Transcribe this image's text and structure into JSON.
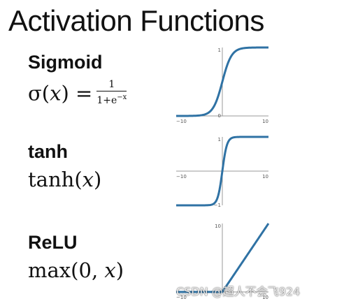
{
  "page": {
    "title": "Activation Functions",
    "watermark": "CSDN @超人不会飞924"
  },
  "functions": [
    {
      "name": "Sigmoid",
      "formula": {
        "lhs_fn": "σ",
        "lhs_arg": "x",
        "eq": "=",
        "numerator": "1",
        "den_base": "1+e",
        "den_exp": "−x"
      }
    },
    {
      "name": "tanh",
      "formula": {
        "fn": "tanh",
        "open": "(",
        "arg": "x",
        "close": ")"
      }
    },
    {
      "name": "ReLU",
      "formula": {
        "fn": "max",
        "open": "(",
        "first": "0",
        "sep": ", ",
        "arg": "x",
        "close": ")"
      }
    }
  ],
  "colors": {
    "curve": "#2f72a4",
    "axis": "#9a9a9a",
    "tick_text": "#555555",
    "text": "#111111"
  },
  "chart_data": [
    {
      "type": "line",
      "function": "sigmoid",
      "x_range": [
        -10,
        10
      ],
      "ylim": [
        0,
        1
      ],
      "x_tick_labels": [
        "−10",
        "10"
      ],
      "y_tick_labels": [
        "0",
        "1"
      ],
      "grid": false
    },
    {
      "type": "line",
      "function": "tanh",
      "x_range": [
        -10,
        10
      ],
      "ylim": [
        -1,
        1
      ],
      "x_tick_labels": [
        "−10",
        "10"
      ],
      "y_tick_labels": [
        "1",
        "−1"
      ],
      "grid": false
    },
    {
      "type": "line",
      "function": "relu",
      "x_range": [
        -10,
        10
      ],
      "ylim": [
        0,
        10
      ],
      "x_tick_labels": [
        "−10",
        "10"
      ],
      "y_tick_labels": [
        "10"
      ],
      "grid": false
    }
  ]
}
